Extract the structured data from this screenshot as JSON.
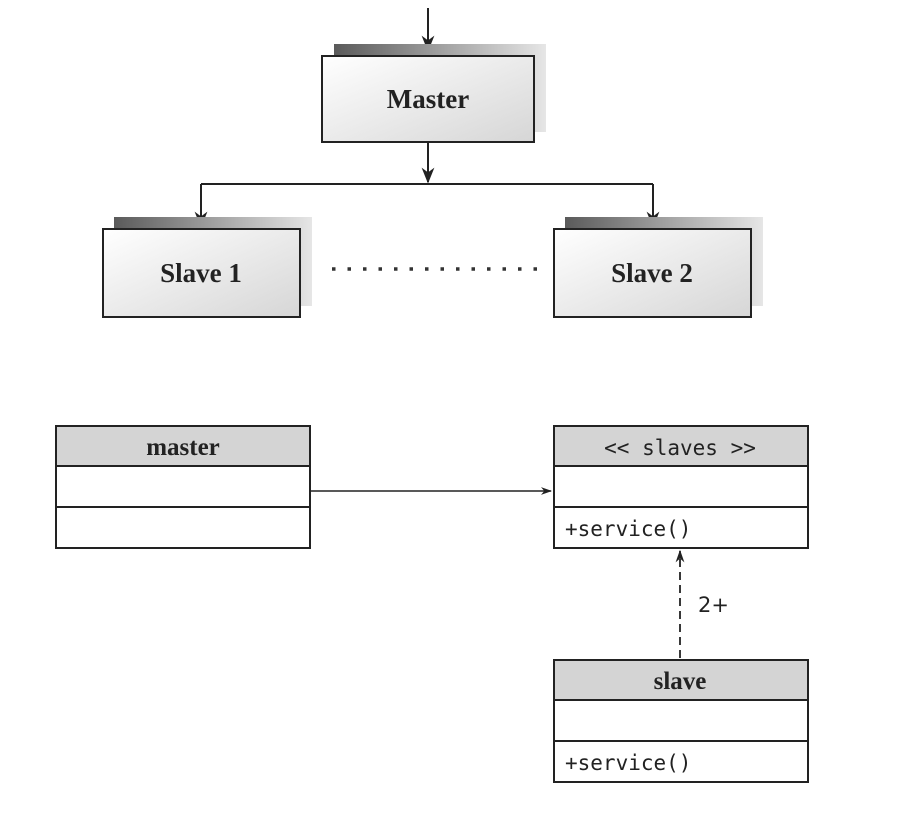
{
  "top_diagram": {
    "master_box": {
      "label": "Master"
    },
    "slave_boxes": [
      {
        "label": "Slave 1"
      },
      {
        "label": "Slave 2"
      }
    ]
  },
  "uml_diagram": {
    "master_class": {
      "name": "master",
      "attributes": "",
      "operations": ""
    },
    "slaves_interface": {
      "stereotype": "<< slaves >>",
      "attributes": "",
      "operations": "+service()"
    },
    "slave_class": {
      "name": "slave",
      "attributes": "",
      "operations": "+service()"
    },
    "multiplicity": "2+"
  },
  "colors": {
    "box_fill_light": "#f2f2f2",
    "box_fill_dark": "#d9d9d9",
    "header_fill": "#d4d4d4",
    "line": "#222222",
    "shadow": "#9a9a9a"
  }
}
